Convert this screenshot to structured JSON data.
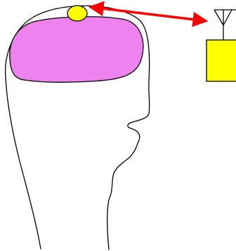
{
  "diagram": {
    "colors": {
      "background": "#ffffff",
      "outline": "#000000",
      "brain_fill": "#ee82ee",
      "implant_fill": "#ffff00",
      "arrow": "#ff0000",
      "box_fill": "#ffff00"
    },
    "elements": {
      "head": "head-outline",
      "brain": "brain",
      "implant": "implant-sensor",
      "link": "bidirectional-wireless-link",
      "antenna": "antenna-icon",
      "receiver": "receiver-box"
    }
  }
}
